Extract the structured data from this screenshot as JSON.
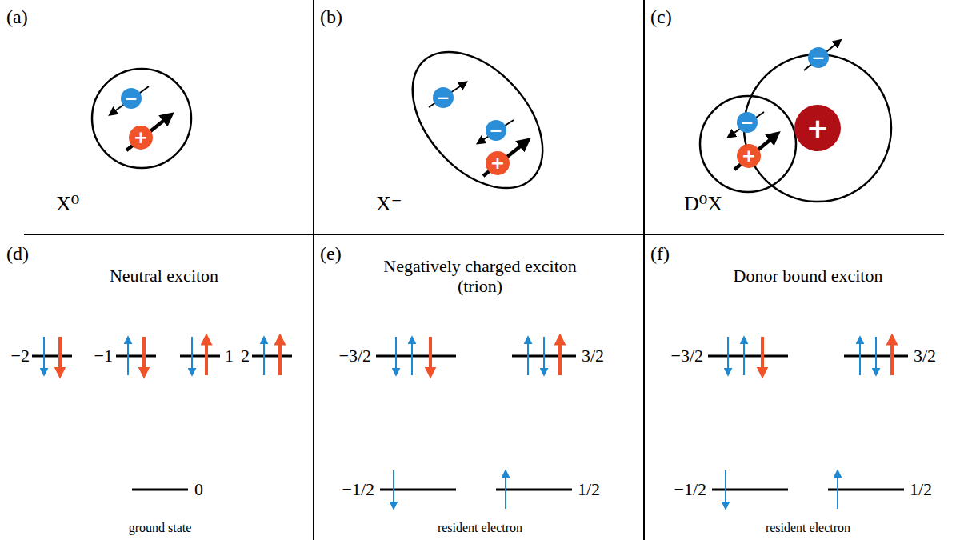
{
  "diagram": {
    "nodes": [
      {
        "text": [
          "−"
        ]
      },
      {
        "text": [
          "+"
        ]
      },
      {
        "text": [
          "−"
        ]
      },
      {
        "text": [
          "−"
        ]
      },
      {
        "text": [
          "+"
        ]
      },
      {
        "text": [
          "−"
        ]
      },
      {
        "text": [
          "−"
        ]
      },
      {
        "text": [
          "+"
        ]
      },
      {
        "text": [
          "+"
        ]
      }
    ],
    "labels": [
      "(a)",
      "(b)",
      "(c)",
      "X⁰",
      "X⁻",
      "D⁰X",
      "(d)",
      "Neutral exciton",
      "−2",
      "−1",
      "1",
      "2",
      "0",
      "ground state",
      "(e)",
      "Negatively charged exciton (trion)",
      "−3/2",
      "3/2",
      "−1/2",
      "1/2",
      "resident electron",
      "(f)",
      "Donor bound exciton",
      "−3/2",
      "3/2",
      "−1/2",
      "1/2",
      "resident electron"
    ]
  }
}
